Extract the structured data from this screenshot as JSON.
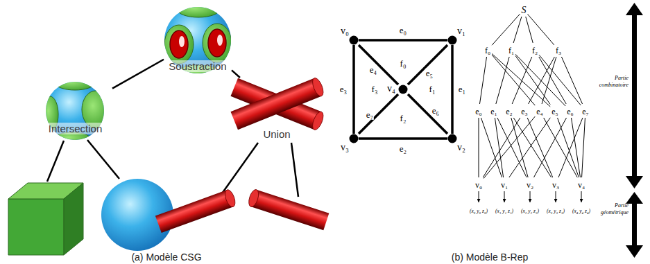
{
  "diagram": {
    "nodes": [
      {
        "text": [
          "Soustraction"
        ]
      },
      {
        "text": [
          "Intersection"
        ]
      },
      {
        "text": [
          "Union"
        ]
      },
      {
        "text": [
          "v₀"
        ]
      },
      {
        "text": [
          "v₁"
        ]
      },
      {
        "text": [
          "v₂"
        ]
      },
      {
        "text": [
          "v₃"
        ]
      },
      {
        "text": [
          "v₄"
        ]
      },
      {
        "text": [
          "S"
        ]
      },
      {
        "text": [
          "f₀"
        ]
      },
      {
        "text": [
          "f₁"
        ]
      },
      {
        "text": [
          "f₂"
        ]
      },
      {
        "text": [
          "f₃"
        ]
      },
      {
        "text": [
          "e₀"
        ]
      },
      {
        "text": [
          "e₁"
        ]
      },
      {
        "text": [
          "e₂"
        ]
      },
      {
        "text": [
          "e₃"
        ]
      },
      {
        "text": [
          "e₄"
        ]
      },
      {
        "text": [
          "e₅"
        ]
      },
      {
        "text": [
          "e₆"
        ]
      },
      {
        "text": [
          "e₇"
        ]
      },
      {
        "text": [
          "v₀"
        ]
      },
      {
        "text": [
          "v₁"
        ]
      },
      {
        "text": [
          "v₂"
        ]
      },
      {
        "text": [
          "v₃"
        ]
      },
      {
        "text": [
          "v₄"
        ]
      },
      {
        "text": [
          "(x₀ y₀ z₀)"
        ]
      },
      {
        "text": [
          "(x₁ y₁ z₁)"
        ]
      },
      {
        "text": [
          "(x₂ y₂ z₂)"
        ]
      },
      {
        "text": [
          "(x₃ y₃ z₃)"
        ]
      },
      {
        "text": [
          "(x₄ y₄ z₄)"
        ]
      }
    ],
    "edges": [
      {
        "from": 0,
        "to": 1,
        "arrow": "none"
      },
      {
        "from": 0,
        "to": 2,
        "arrow": "none"
      },
      {
        "from": 3,
        "to": 4,
        "label": "e₀",
        "arrow": "none"
      },
      {
        "from": 4,
        "to": 5,
        "label": "e₁",
        "arrow": "none"
      },
      {
        "from": 5,
        "to": 6,
        "label": "e₂",
        "arrow": "none"
      },
      {
        "from": 6,
        "to": 3,
        "label": "e₃",
        "arrow": "none"
      },
      {
        "from": 3,
        "to": 7,
        "label": "e₄",
        "arrow": "none"
      },
      {
        "from": 4,
        "to": 7,
        "label": "e₅",
        "arrow": "none"
      },
      {
        "from": 7,
        "to": 5,
        "label": "e₆",
        "arrow": "none"
      },
      {
        "from": 7,
        "to": 6,
        "label": "e₇",
        "arrow": "none"
      },
      {
        "from": 8,
        "to": 9,
        "arrow": "none"
      },
      {
        "from": 8,
        "to": 10,
        "arrow": "none"
      },
      {
        "from": 8,
        "to": 11,
        "arrow": "none"
      },
      {
        "from": 8,
        "to": 12,
        "arrow": "none"
      },
      {
        "from": 9,
        "to": 13,
        "arrow": "none"
      },
      {
        "from": 9,
        "to": 17,
        "arrow": "none"
      },
      {
        "from": 9,
        "to": 18,
        "arrow": "none"
      },
      {
        "from": 10,
        "to": 14,
        "arrow": "none"
      },
      {
        "from": 10,
        "to": 18,
        "arrow": "none"
      },
      {
        "from": 10,
        "to": 19,
        "arrow": "none"
      },
      {
        "from": 11,
        "to": 15,
        "arrow": "none"
      },
      {
        "from": 11,
        "to": 19,
        "arrow": "none"
      },
      {
        "from": 11,
        "to": 20,
        "arrow": "none"
      },
      {
        "from": 12,
        "to": 16,
        "arrow": "none"
      },
      {
        "from": 12,
        "to": 17,
        "arrow": "none"
      },
      {
        "from": 12,
        "to": 20,
        "arrow": "none"
      },
      {
        "from": 13,
        "to": 21,
        "arrow": "none"
      },
      {
        "from": 13,
        "to": 22,
        "arrow": "none"
      },
      {
        "from": 14,
        "to": 22,
        "arrow": "none"
      },
      {
        "from": 14,
        "to": 23,
        "arrow": "none"
      },
      {
        "from": 15,
        "to": 23,
        "arrow": "none"
      },
      {
        "from": 15,
        "to": 24,
        "arrow": "none"
      },
      {
        "from": 16,
        "to": 24,
        "arrow": "none"
      },
      {
        "from": 16,
        "to": 21,
        "arrow": "none"
      },
      {
        "from": 17,
        "to": 21,
        "arrow": "none"
      },
      {
        "from": 17,
        "to": 25,
        "arrow": "none"
      },
      {
        "from": 18,
        "to": 22,
        "arrow": "none"
      },
      {
        "from": 18,
        "to": 25,
        "arrow": "none"
      },
      {
        "from": 19,
        "to": 23,
        "arrow": "none"
      },
      {
        "from": 19,
        "to": 25,
        "arrow": "none"
      },
      {
        "from": 20,
        "to": 24,
        "arrow": "none"
      },
      {
        "from": 20,
        "to": 25,
        "arrow": "none"
      },
      {
        "from": 21,
        "to": 26,
        "arrow": "to"
      },
      {
        "from": 22,
        "to": 27,
        "arrow": "to"
      },
      {
        "from": 23,
        "to": 28,
        "arrow": "to"
      },
      {
        "from": 24,
        "to": 29,
        "arrow": "to"
      },
      {
        "from": 25,
        "to": 30,
        "arrow": "to"
      }
    ],
    "labels": [
      "f₀",
      "f₁",
      "f₂",
      "f₃",
      "Partie combinatoire",
      "Partie géométrique",
      "(a) Modèle CSG",
      "(b) Modèle B-Rep"
    ]
  }
}
